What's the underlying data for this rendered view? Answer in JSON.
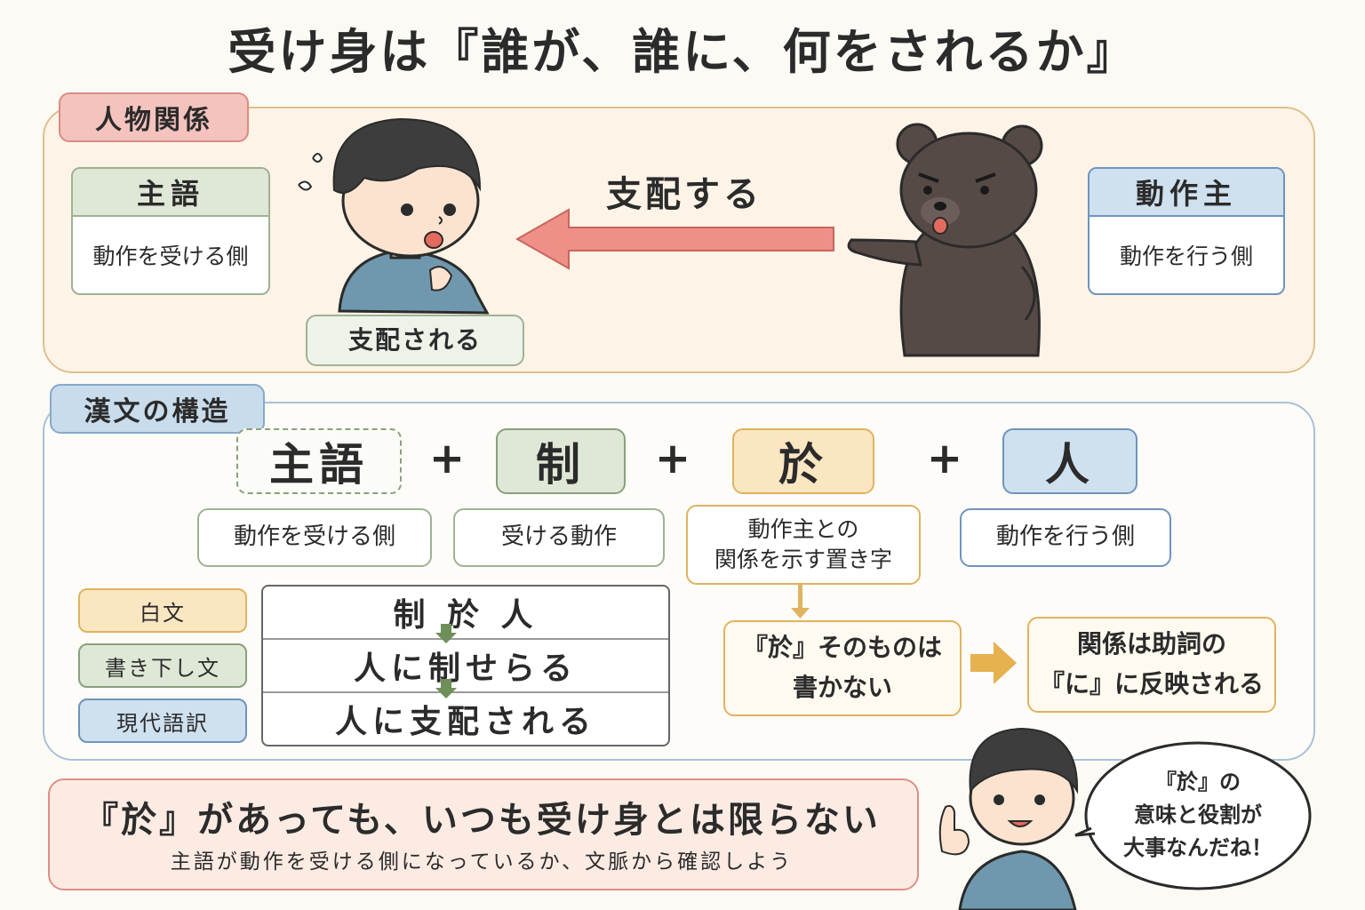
{
  "title": "受け身は『誰が、誰に、何をされるか』",
  "section1": {
    "tag": "人物関係",
    "subject_box": {
      "header": "主語",
      "body": "動作を受ける側"
    },
    "agent_box": {
      "header": "動作主",
      "body": "動作を行う側"
    },
    "arrow_label": "支配する",
    "passive_label": "支配される"
  },
  "section2": {
    "tag": "漢文の構造",
    "components": [
      {
        "char": "主語",
        "desc": "動作を受ける側"
      },
      {
        "char": "制",
        "desc": "受ける動作"
      },
      {
        "char": "於",
        "desc_line1": "動作主との",
        "desc_line2": "関係を示す置き字"
      },
      {
        "char": "人",
        "desc": "動作を行う側"
      }
    ],
    "plus": "+",
    "row_labels": [
      "白文",
      "書き下し文",
      "現代語訳"
    ],
    "rows": [
      "制 於 人",
      "人に制せらる",
      "人に支配される"
    ],
    "note1_line1": "『於』そのものは",
    "note1_line2": "書かない",
    "note2_line1": "関係は助詞の",
    "note2_line2": "『に』に反映される"
  },
  "bottom": {
    "main": "『於』があっても、いつも受け身とは限らない",
    "sub": "主語が動作を受ける側になっているか、文脈から確認しよう"
  },
  "speech": {
    "line1": "『於』の",
    "line2": "意味と役割が",
    "line3": "大事なんだね！"
  },
  "colors": {
    "panel1_bg": "#fdf3e6",
    "panel2_border": "#a9c1d8",
    "arrow": "#ee8f88",
    "green": "#dfe8d6",
    "orange": "#fbe6c2",
    "blue": "#cfe0ef"
  }
}
